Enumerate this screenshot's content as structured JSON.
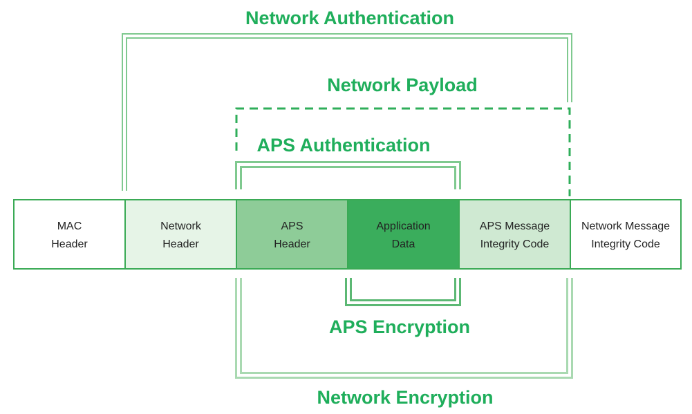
{
  "colors": {
    "label_green": "#1fae5b",
    "line_dark": "#7fc98f",
    "line_light": "#c3e6c9",
    "border": "#3aaa55",
    "text": "#222222"
  },
  "labels": {
    "network_authentication": "Network Authentication",
    "network_payload": "Network Payload",
    "aps_authentication": "APS Authentication",
    "aps_encryption": "APS Encryption",
    "network_encryption": "Network Encryption"
  },
  "frame": {
    "cells": [
      {
        "id": "mac-header",
        "lines": [
          "MAC",
          "Header"
        ],
        "fill": "#ffffff"
      },
      {
        "id": "network-header",
        "lines": [
          "Network",
          "Header"
        ],
        "fill": "#e6f4e7"
      },
      {
        "id": "aps-header",
        "lines": [
          "APS",
          "Header"
        ],
        "fill": "#8ecc98"
      },
      {
        "id": "application-data",
        "lines": [
          "Application",
          "Data"
        ],
        "fill": "#3aad5c"
      },
      {
        "id": "aps-mic",
        "lines": [
          "APS Message",
          "Integrity Code"
        ],
        "fill": "#cfe9d2"
      },
      {
        "id": "network-mic",
        "lines": [
          "Network Message",
          "Integrity Code"
        ],
        "fill": "#ffffff"
      }
    ]
  }
}
